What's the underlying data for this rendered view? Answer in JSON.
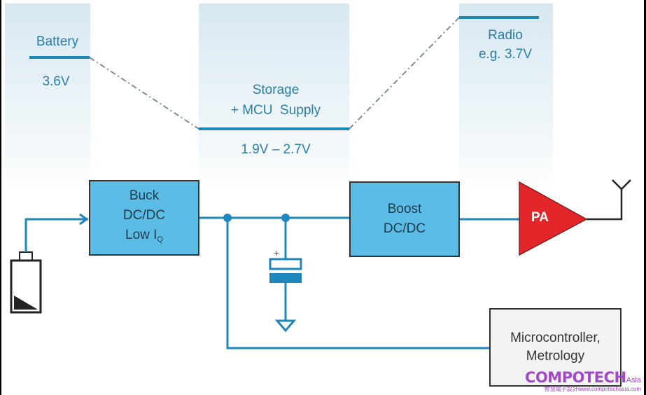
{
  "voltage_levels": {
    "battery": {
      "label": "Battery",
      "value": "3.6V"
    },
    "storage": {
      "label_line1": "Storage",
      "label_line2": "+ MCU  Supply",
      "value": "1.9V – 2.7V"
    },
    "radio": {
      "label": "Radio",
      "value": "e.g. 3.7V"
    }
  },
  "blocks": {
    "buck": {
      "line1": "Buck",
      "line2": "DC/DC",
      "line3": "Low I",
      "line3_sub": "Q"
    },
    "boost": {
      "line1": "Boost",
      "line2": "DC/DC"
    },
    "pa": {
      "label": "PA"
    },
    "mcu": {
      "line1": "Microcontroller,",
      "line2": "Metrology"
    }
  },
  "capacitor": {
    "polarity": "+"
  },
  "colors": {
    "wire": "#1d87bd",
    "block_fill": "#5bbde6",
    "pa_fill": "#e3262a",
    "label_text": "#2a7ea8"
  },
  "watermark": {
    "brand": "COMPOTECH",
    "suffix": "Asia",
    "tagline": "智慧電子設計www.compotechasia.com"
  }
}
